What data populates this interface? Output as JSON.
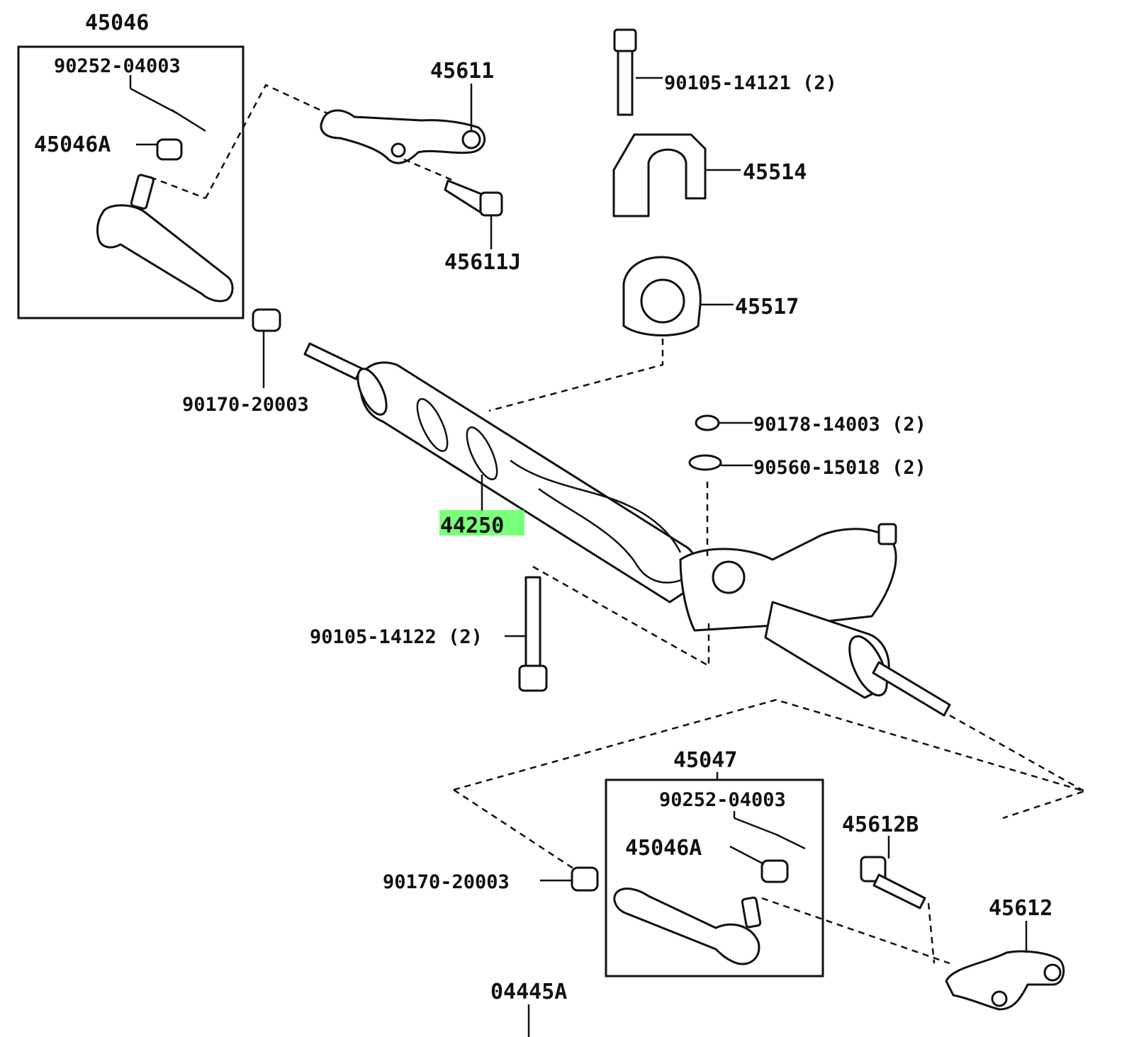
{
  "labels": {
    "p45046": "45046",
    "p90252_top": "90252-04003",
    "p45046A_top": "45046A",
    "p45611": "45611",
    "p45611J": "45611J",
    "p90105_14121": "90105-14121 (2)",
    "p45514": "45514",
    "p45517": "45517",
    "p90170_top": "90170-20003",
    "p90178": "90178-14003 (2)",
    "p90560": "90560-15018 (2)",
    "p44250": "44250",
    "p90105_14122": "90105-14122 (2)",
    "p45047": "45047",
    "p90252_bot": "90252-04003",
    "p45046A_bot": "45046A",
    "p45612B": "45612B",
    "p90170_bot": "90170-20003",
    "p45612": "45612",
    "p04445A": "04445A"
  },
  "colors": {
    "highlight": "#4cff4c",
    "line": "#111111"
  }
}
